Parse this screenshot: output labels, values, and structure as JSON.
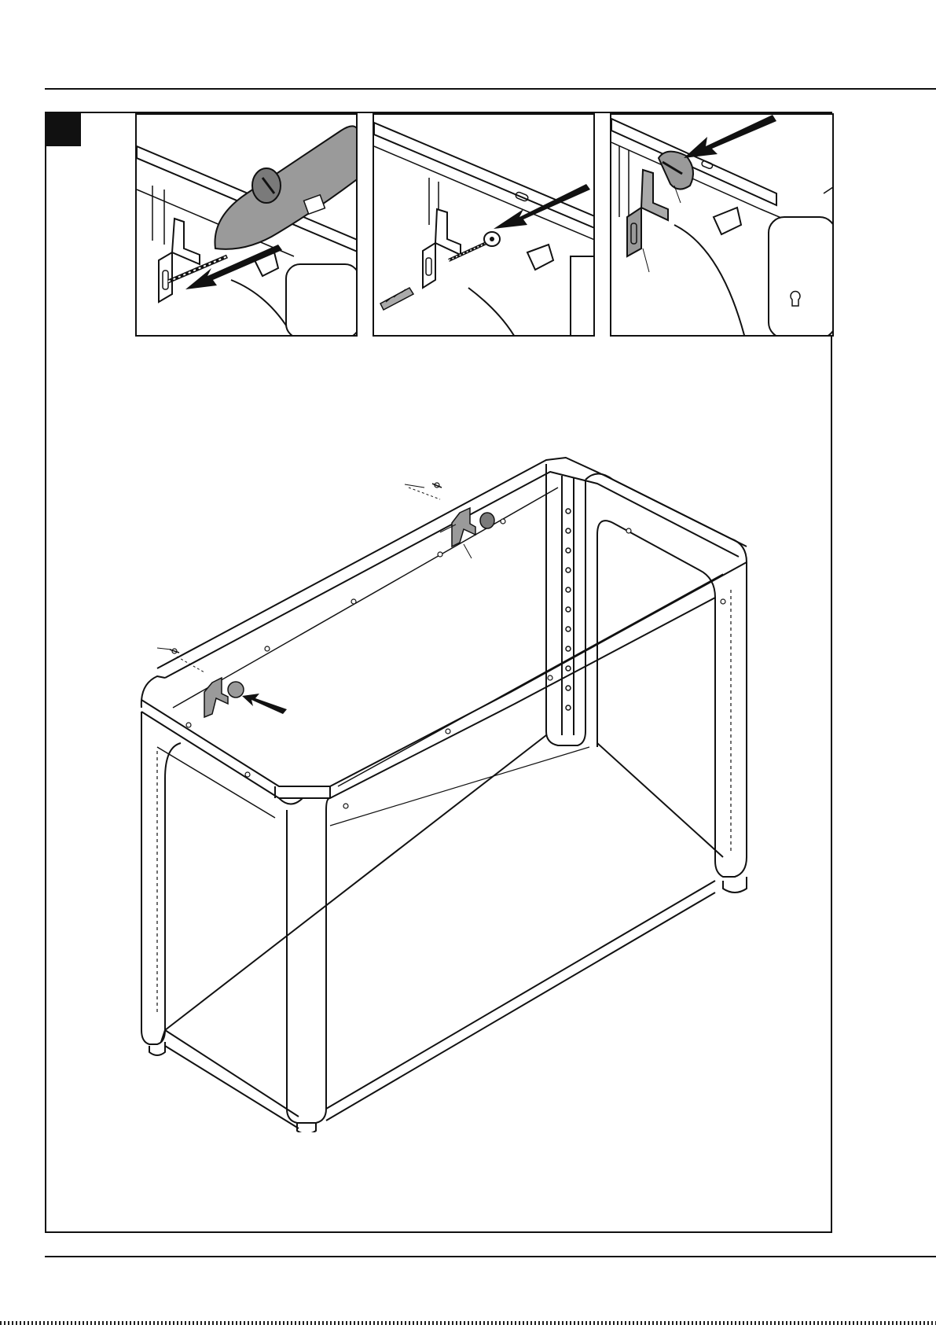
{
  "page": {
    "step_number": "",
    "colors": {
      "ink": "#111111",
      "paper": "#ffffff",
      "metal": "#9a9a9a",
      "dark_metal": "#6e6e6e"
    }
  },
  "panels": [
    {
      "id": "drill",
      "icons": [
        "drill-icon",
        "drill-bit-icon",
        "direction-arrow-icon"
      ]
    },
    {
      "id": "screw",
      "icons": [
        "wall-plug-icon",
        "screw-icon",
        "bracket-icon",
        "direction-arrow-icon"
      ]
    },
    {
      "id": "cover",
      "icons": [
        "bracket-icon",
        "cover-cap-icon",
        "direction-arrow-icon"
      ]
    }
  ],
  "main_illustration": {
    "subject": "",
    "icons": [
      "frame-icon",
      "bracket-icon",
      "cover-cap-icon",
      "screw-icon",
      "direction-arrow-icon"
    ]
  }
}
